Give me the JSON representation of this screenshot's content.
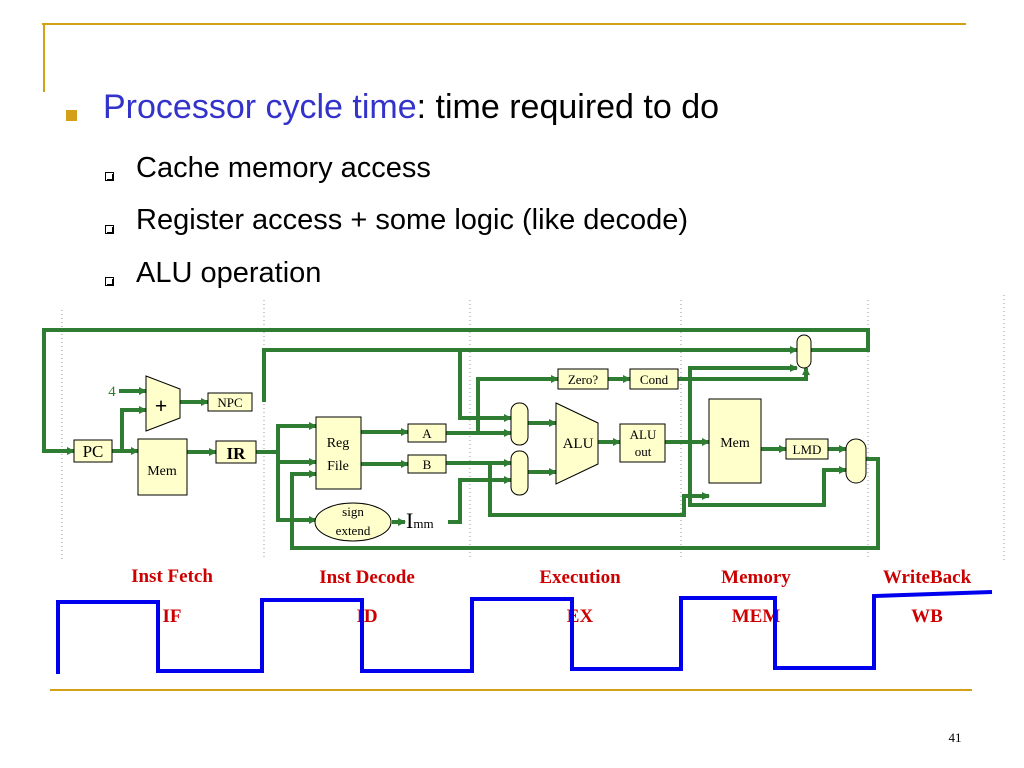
{
  "slide": {
    "bullet": {
      "highlight": "Processor cycle time",
      "rest": ": time required to do"
    },
    "sub_bullets": [
      "Cache memory access",
      "Register access + some logic (like decode)",
      "ALU operation"
    ],
    "page_number": "41"
  },
  "diagram": {
    "blocks": {
      "pc": "PC",
      "mem_if": "Mem",
      "adder": "+",
      "four": "4",
      "npc": "NPC",
      "ir": "IR",
      "reg_file_line1": "Reg",
      "reg_file_line2": "File",
      "a": "A",
      "b": "B",
      "sign_extend_line1": "sign",
      "sign_extend_line2": "extend",
      "imm_big": "I",
      "imm_small": "mm",
      "zero": "Zero?",
      "cond": "Cond",
      "alu": "ALU",
      "alu_out_line1": "ALU",
      "alu_out_line2": "out",
      "mem_mem": "Mem",
      "lmd": "LMD"
    },
    "stages": [
      {
        "name": "Inst Fetch",
        "abbr": "IF"
      },
      {
        "name": "Inst Decode",
        "abbr": "ID"
      },
      {
        "name": "Execution",
        "abbr": "EX"
      },
      {
        "name": "Memory",
        "abbr": "MEM"
      },
      {
        "name": "WriteBack",
        "abbr": "WB"
      }
    ]
  },
  "colors": {
    "accent_gold": "#d4a017",
    "bullet_highlight": "#3333cc",
    "wire_green": "#2e7d32",
    "block_fill": "#ffffcc",
    "stage_label_red": "#cc0000",
    "clock_blue": "#0000ee"
  }
}
